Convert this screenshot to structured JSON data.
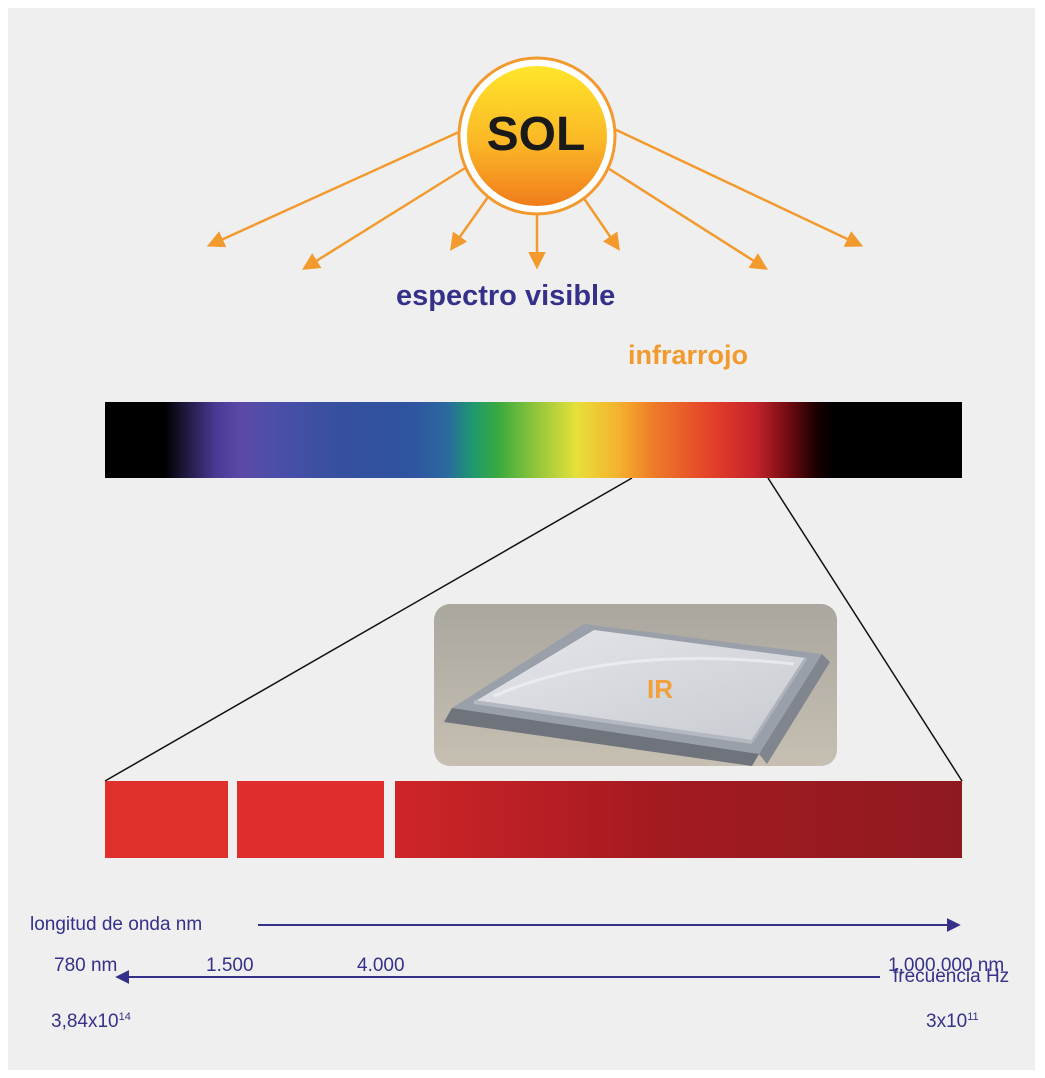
{
  "sun": {
    "label": "SOL"
  },
  "labels": {
    "visible_spectrum": "espectro visible",
    "infrared": "infrarrojo"
  },
  "photo": {
    "label": "IR"
  },
  "wavelength": {
    "label": "longitud de onda nm",
    "ticks": [
      "780 nm",
      "1.500",
      "4.000",
      "1,000.000 nm"
    ]
  },
  "frequency": {
    "label": "frecuencia Hz",
    "low_mantissa": "3,84x10",
    "low_exponent": "14",
    "high_mantissa": "3x10",
    "high_exponent": "11"
  },
  "colors": {
    "sun_orange": "#f29a2e",
    "text_blue": "#35318a",
    "infrared_red": "#d62a2c",
    "background": "#efefef"
  },
  "icons": {
    "sun": "sun-icon",
    "rays": "ray-arrow-icon",
    "axis_arrows": "arrow-icon"
  }
}
